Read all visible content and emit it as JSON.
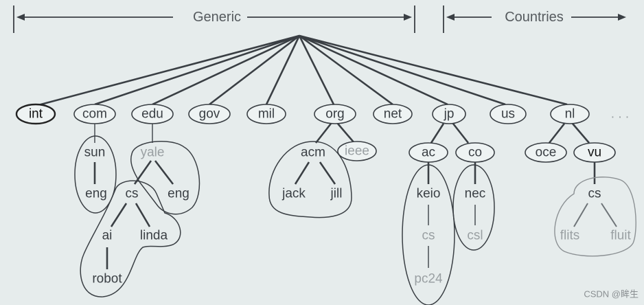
{
  "headers": {
    "generic": "Generic",
    "countries": "Countries"
  },
  "ellipsis": ". . .",
  "watermark": "CSDN @眸生",
  "nodes": {
    "int": "int",
    "com": "com",
    "edu": "edu",
    "gov": "gov",
    "mil": "mil",
    "org": "org",
    "net": "net",
    "jp": "jp",
    "us": "us",
    "nl": "nl",
    "sun": "sun",
    "com_eng": "eng",
    "yale": "yale",
    "cs_yale": "cs",
    "yale_eng": "eng",
    "ai": "ai",
    "linda": "linda",
    "robot": "robot",
    "acm": "acm",
    "ieee": "ieee",
    "jack": "jack",
    "jill": "jill",
    "ac": "ac",
    "co": "co",
    "keio": "keio",
    "cs_keio": "cs",
    "pc24": "pc24",
    "nec": "nec",
    "csl": "csl",
    "oce": "oce",
    "vu": "vu",
    "cs_vu": "cs",
    "flits": "flits",
    "fluit": "fluit"
  }
}
